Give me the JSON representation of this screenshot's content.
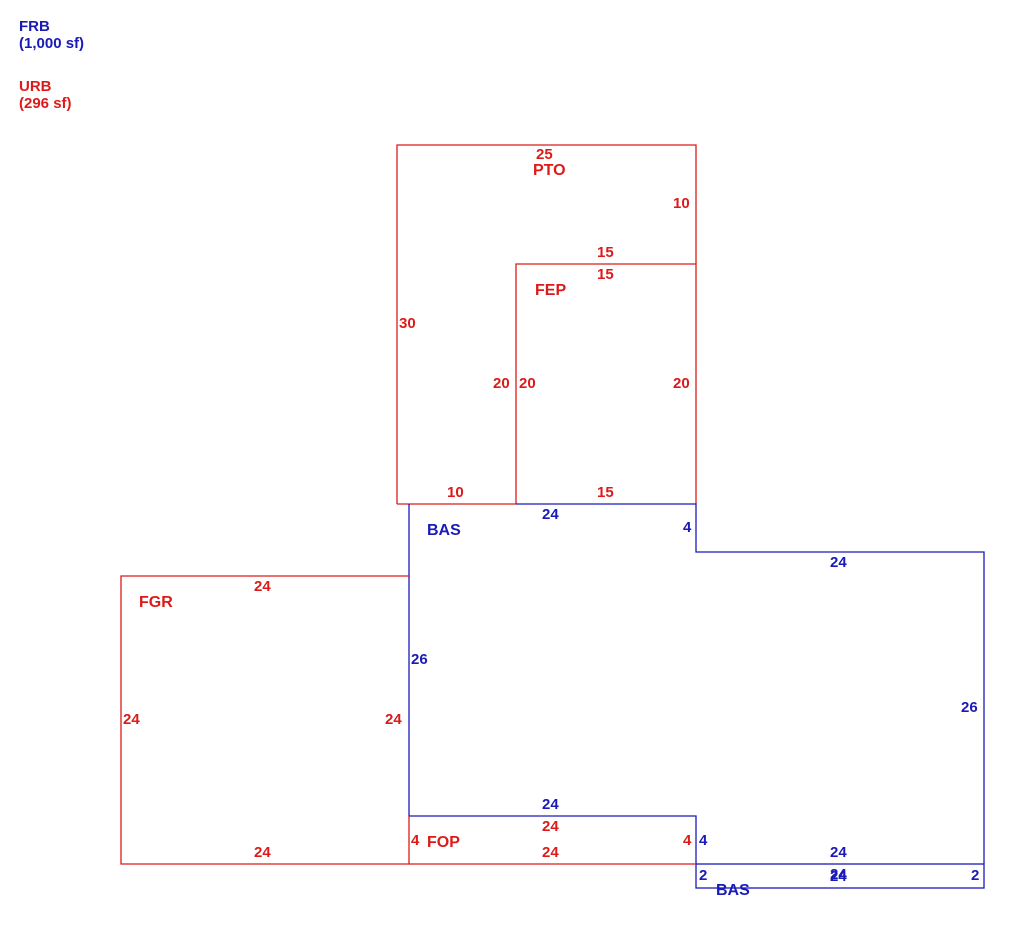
{
  "colors": {
    "blue": "#1a1ab8",
    "red": "#dd1a1a"
  },
  "legend": {
    "frb": {
      "name": "FRB",
      "area": "(1,000 sf)"
    },
    "urb": {
      "name": "URB",
      "area": "(296 sf)"
    }
  },
  "areas": {
    "pto": "PTO",
    "fep": "FEP",
    "bas": "BAS",
    "fgr": "FGR",
    "fop": "FOP",
    "bas2": "BAS"
  },
  "dimensions": {
    "pto_top": "25",
    "pto_right": "10",
    "pto_left": "30",
    "pto_bottom": "10",
    "fep_top_outer": "15",
    "fep_top_inner": "15",
    "fep_left_outer": "20",
    "fep_left_inner": "20",
    "fep_right": "20",
    "fep_bottom": "15",
    "bas_top": "24",
    "bas_step": "4",
    "bas_right_top": "24",
    "bas_left": "26",
    "bas_right": "26",
    "bas_bottom_inner": "24",
    "bas_bottom_right": "24",
    "fgr_top": "24",
    "fgr_left": "24",
    "fgr_right": "24",
    "fgr_bottom": "24",
    "fop_left": "4",
    "fop_top": "24",
    "fop_bottom": "24",
    "fop_right": "4",
    "bas_step_right": "4",
    "bas2_left": "2",
    "bas2_right": "2",
    "bas2_top_a": "24",
    "bas2_top_b": "24"
  }
}
